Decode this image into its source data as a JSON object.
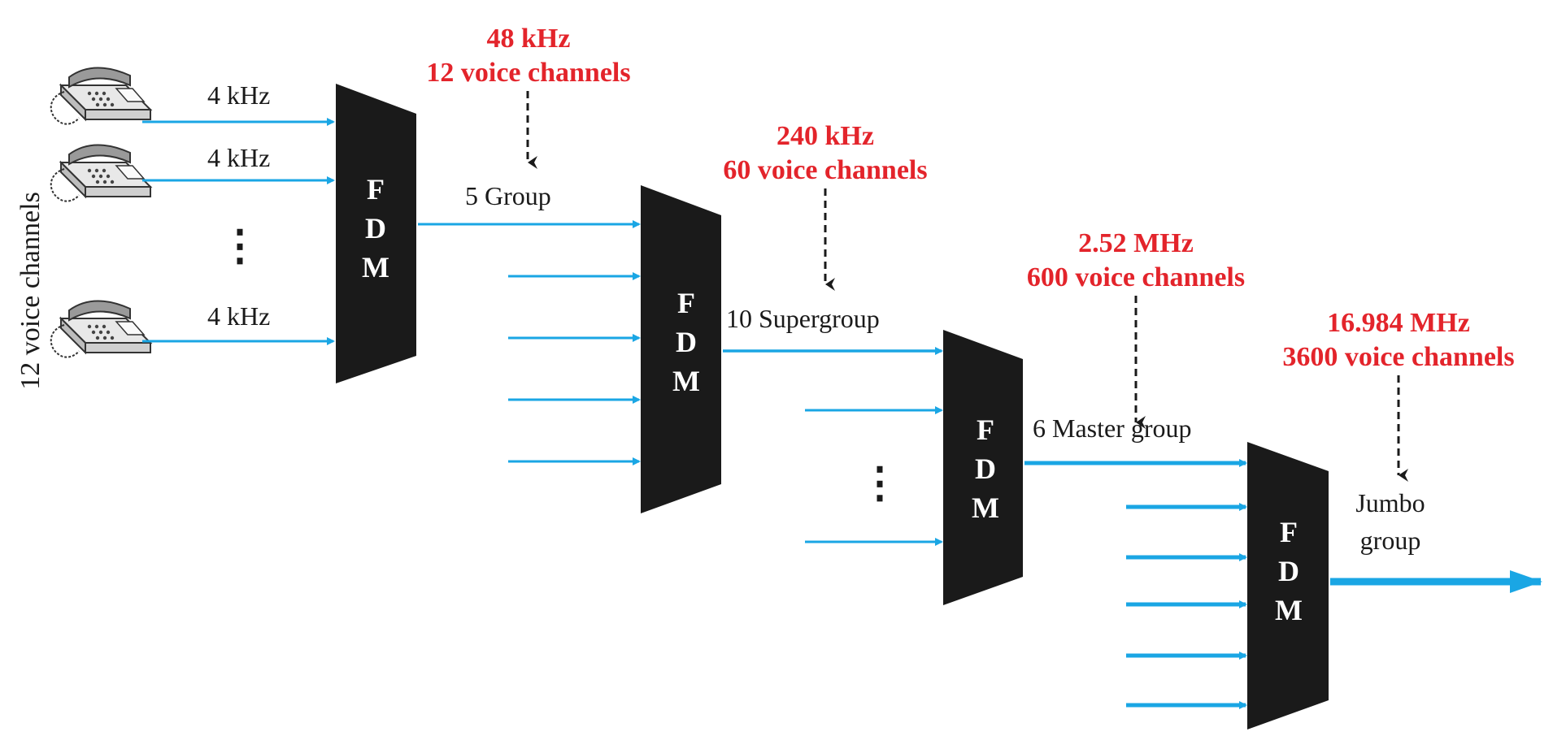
{
  "colors": {
    "arrow": "#1aa6e4",
    "annotation": "#e3242b",
    "block": "#1a1a1a",
    "text": "#1a1a1a"
  },
  "side_label": "12 voice channels",
  "input_labels": [
    "4 kHz",
    "4 kHz",
    "4 kHz"
  ],
  "fdm_letters": [
    "F",
    "D",
    "M"
  ],
  "stages": [
    {
      "output_label": "5 Group",
      "rate": "48 kHz",
      "channels": "12 voice channels"
    },
    {
      "output_label": "10 Supergroup",
      "rate": "240 kHz",
      "channels": "60 voice channels"
    },
    {
      "output_label": "6 Master group",
      "rate": "2.52 MHz",
      "channels": "600 voice channels"
    },
    {
      "output_label_line1": "Jumbo",
      "output_label_line2": "group",
      "rate": "16.984 MHz",
      "channels": "3600 voice channels"
    }
  ],
  "ellipsis": "⋮",
  "icons": [
    "telephone-icon",
    "telephone-icon",
    "telephone-icon"
  ]
}
